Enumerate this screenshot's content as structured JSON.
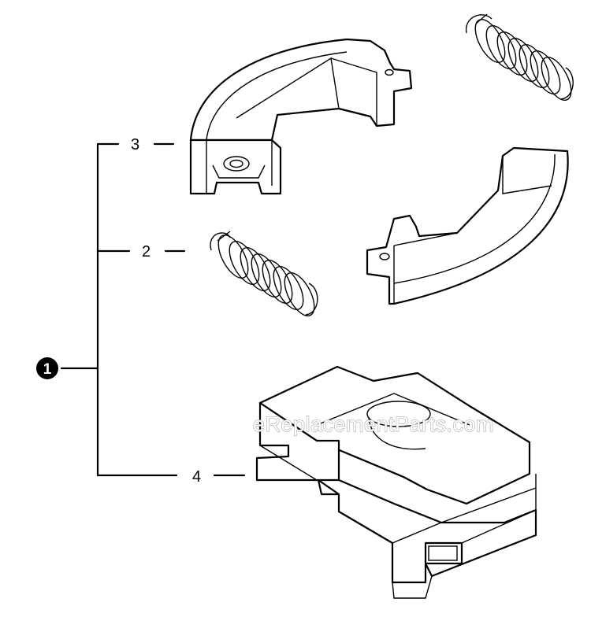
{
  "diagram": {
    "assembly_badge": "1",
    "callouts": [
      {
        "id": "shoe-top",
        "label": "3"
      },
      {
        "id": "spring-left",
        "label": "2"
      },
      {
        "id": "hub",
        "label": "4"
      }
    ],
    "watermark": "eReplacementParts.com"
  }
}
